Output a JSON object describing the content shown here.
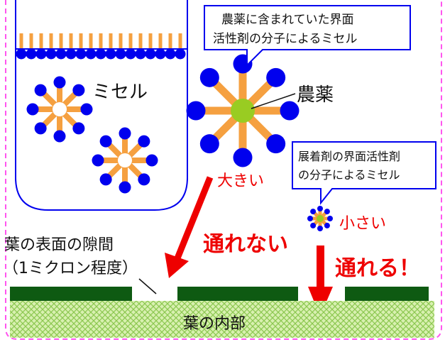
{
  "labels": {
    "micelle": "ミセル",
    "pesticide": "農薬",
    "pesticide_micelle_callout": [
      "農薬に含まれていた界面",
      "活性剤の分子によるミセル"
    ],
    "spreader_micelle_callout": [
      "展着剤の界面活性剤",
      "の分子によるミセル"
    ],
    "large": "大きい",
    "small": "小さい",
    "cannot_pass": "通れない",
    "can_pass": "通れる！",
    "leaf_gap": [
      "葉の表面の隙間",
      "（1ミクロン程度）"
    ],
    "leaf_interior": "葉の内部"
  },
  "colors": {
    "head_blue": "#0000ee",
    "tail_orange": "#f5a040",
    "core_green": "#99cc22",
    "arrow_red": "#ee0000",
    "leaf_green": "#0e5a12",
    "interior_mesh": "#b5e07a",
    "callout_border": "#0000ee",
    "frame_border": "#ff55ee"
  }
}
